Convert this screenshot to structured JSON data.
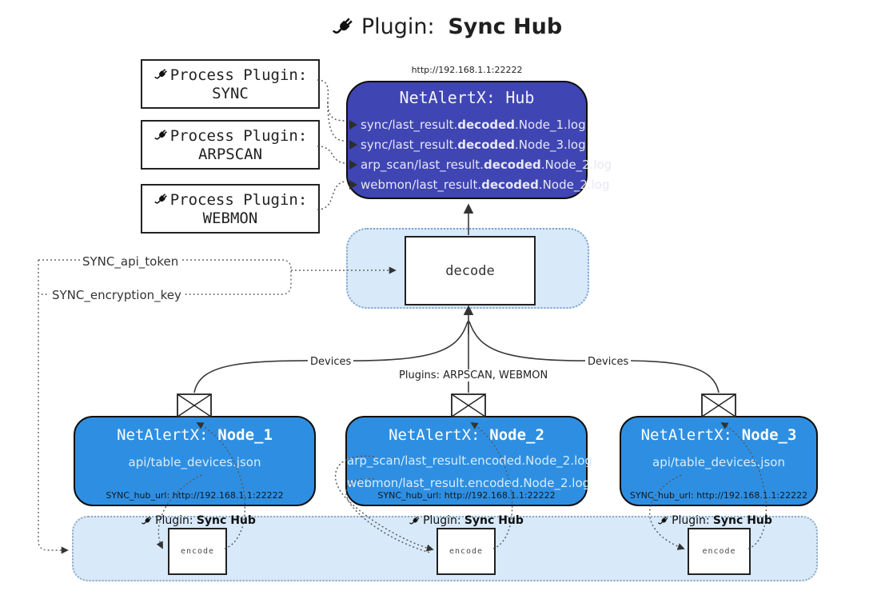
{
  "title": {
    "prefix": "Plugin:",
    "name": "Sync Hub"
  },
  "hub": {
    "url": "http://192.168.1.1:22222",
    "title_prefix": "NetAlertX:",
    "title_name": "Hub",
    "lines": [
      {
        "pre": "sync/last_result.",
        "bold": "decoded",
        "post": ".Node_1.log"
      },
      {
        "pre": "sync/last_result.",
        "bold": "decoded",
        "post": ".Node_3.log"
      },
      {
        "pre": "arp_scan/last_result.",
        "bold": "decoded",
        "post": ".Node_2.log"
      },
      {
        "pre": "webmon/last_result.",
        "bold": "decoded",
        "post": ".Node_2.log"
      }
    ]
  },
  "process_plugins": [
    {
      "label": "Process Plugin:",
      "name": "SYNC"
    },
    {
      "label": "Process Plugin:",
      "name": "ARPSCAN"
    },
    {
      "label": "Process Plugin:",
      "name": "WEBMON"
    }
  ],
  "config": {
    "api_token": "SYNC_api_token",
    "encryption_key": "SYNC_encryption_key"
  },
  "decode": {
    "label": "decode"
  },
  "edges": {
    "devices_left": "Devices",
    "plugins_middle": "Plugins: ARPSCAN, WEBMON",
    "devices_right": "Devices"
  },
  "nodes": [
    {
      "title_prefix": "NetAlertX:",
      "title_name": "Node_1",
      "lines": [
        "api/table_devices.json"
      ],
      "hub_url": "SYNC_hub_url: http://192.168.1.1:22222"
    },
    {
      "title_prefix": "NetAlertX:",
      "title_name": "Node_2",
      "lines": [
        "arp_scan/last_result.encoded.Node_2.log",
        "webmon/last_result.encoded.Node_2.log"
      ],
      "hub_url": "SYNC_hub_url: http://192.168.1.1:22222"
    },
    {
      "title_prefix": "NetAlertX:",
      "title_name": "Node_3",
      "lines": [
        "api/table_devices.json"
      ],
      "hub_url": "SYNC_hub_url: http://192.168.1.1:22222"
    }
  ],
  "encode": {
    "plugin_prefix": "Plugin:",
    "plugin_name": "Sync Hub",
    "label": "encode"
  },
  "colors": {
    "hub_fill": "#3f45b2",
    "node_fill": "#2e8fe2",
    "panel_fill": "#d8e9fa",
    "panel_border": "#7ea2cd",
    "band_border": "#93a9bd",
    "line": "#3a3a3a"
  }
}
